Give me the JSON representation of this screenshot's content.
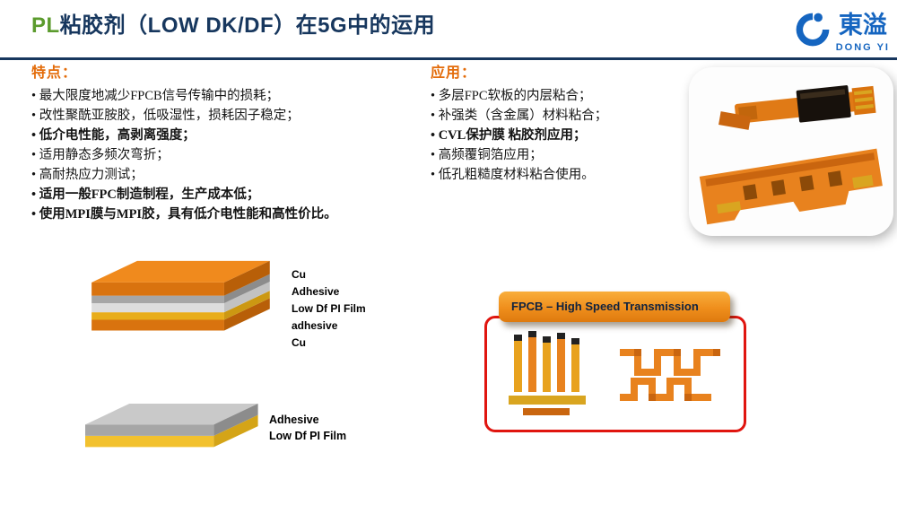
{
  "header": {
    "title_prefix": "PL",
    "title_rest": "粘胶剂（LOW  DK/DF）在5G中的运用",
    "logo": {
      "name": "東溢",
      "subname": "DONG YI"
    }
  },
  "features": {
    "heading": "特点：",
    "items": [
      "最大限度地减少FPCB信号传输中的损耗；",
      "改性聚酰亚胺胶，低吸湿性，损耗因子稳定；",
      "低介电性能，高剥离强度；",
      "适用静态多频次弯折；",
      "高耐热应力测试；",
      "适用一般FPC制造制程，生产成本低；",
      "使用MPI膜与MPI胶，具有低介电性能和高性价比。"
    ]
  },
  "applications": {
    "heading": "应用：",
    "items": [
      "多层FPC软板的内层粘合；",
      "补强类（含金属）材料粘合；",
      "CVL保护膜 粘胶剂应用；",
      "高频覆铜箔应用；",
      "低孔粗糙度材料粘合使用。"
    ]
  },
  "stack_top": {
    "labels": [
      "Cu",
      "Adhesive",
      "Low Df PI Film",
      "adhesive",
      "Cu"
    ]
  },
  "stack_bottom": {
    "labels": [
      "Adhesive",
      "Low Df PI Film"
    ]
  },
  "banner": {
    "label": "FPCB – High Speed Transmission"
  },
  "colors": {
    "title_green": "#5B9B2D",
    "title_navy": "#17375E",
    "heading_orange": "#E36C0A",
    "logo_blue": "#1565C0",
    "divider_navy": "#17375E",
    "banner_orange": "#EF8E1C",
    "redbox_border": "#E0150F",
    "copper_orange": "#E8821E",
    "adhesive_gray": "#A6A6A6",
    "pi_film_yellow": "#F2C12E"
  }
}
